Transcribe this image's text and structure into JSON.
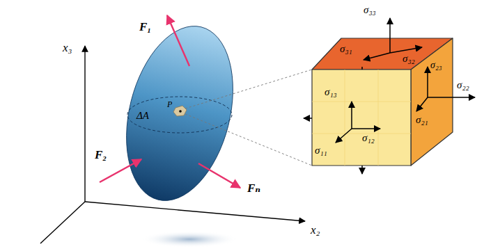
{
  "diagram": {
    "labels": [
      "x₃",
      "F₁",
      "ΔA",
      "P",
      "F₂",
      "Fₙ",
      "x₂",
      "σ₃₃",
      "σ₃₁",
      "σ₃₂",
      "σ₂₃",
      "σ₂₂",
      "σ₁₃",
      "σ₁₂",
      "σ₂₁",
      "σ₁₁"
    ]
  }
}
